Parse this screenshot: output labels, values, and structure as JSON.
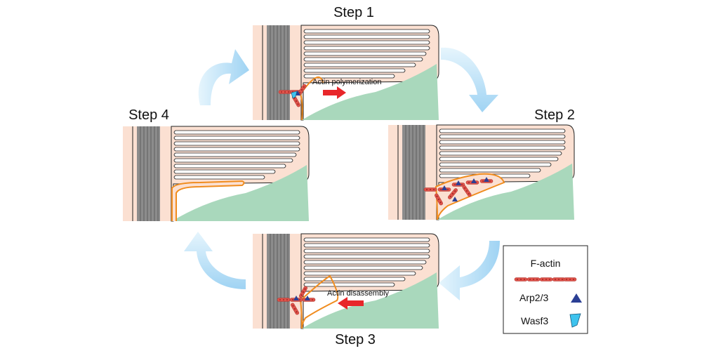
{
  "steps": [
    {
      "title": "Step 1",
      "annotation": "Actin polymerization"
    },
    {
      "title": "Step 2"
    },
    {
      "title": "Step 3",
      "annotation": "Actin disassembly"
    },
    {
      "title": "Step 4"
    }
  ],
  "legend": {
    "items": [
      {
        "label": "F-actin"
      },
      {
        "label": "Arp2/3"
      },
      {
        "label": "Wasf3"
      }
    ]
  },
  "colors": {
    "cell_fill": "#fbe0d2",
    "cell_stroke": "#222222",
    "membrane_gray": "#8c8c8c",
    "neighbor_cell": "#a9d8bc",
    "protrusion_outline": "#f08c1e",
    "factin": "#e0524a",
    "arp23": "#2b3f94",
    "wasf3": "#3ec3ee",
    "direction_arrow": "#e8262a",
    "cycle_arrow": "#bfe3f7"
  }
}
